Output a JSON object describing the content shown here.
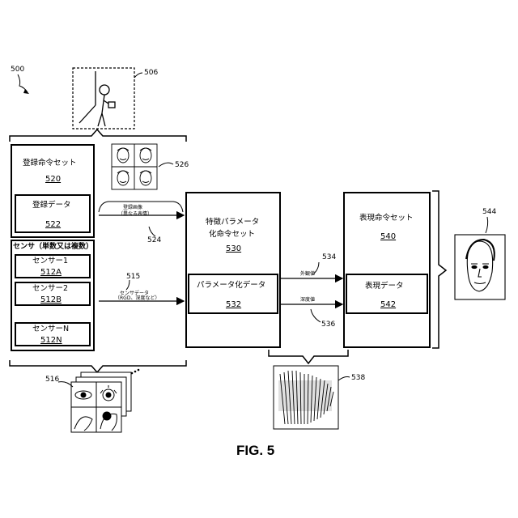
{
  "figure_label": "FIG. 5",
  "refs": {
    "r500": "500",
    "r506": "506",
    "r526": "526",
    "r524": "524",
    "r515": "515",
    "r516": "516",
    "r534": "534",
    "r536": "536",
    "r538": "538",
    "r544": "544"
  },
  "enroll": {
    "title": "登録命令セット",
    "num": "520",
    "data_label": "登録データ",
    "data_num": "522"
  },
  "sensors": {
    "title": "センサ（単数又は複数）",
    "items": [
      {
        "label": "センサー1",
        "num": "512A"
      },
      {
        "label": "センサー2",
        "num": "512B"
      },
      {
        "label": "センサーN",
        "num": "512N"
      }
    ]
  },
  "param": {
    "title_line1": "特徴パラメータ",
    "title_line2": "化命令セット",
    "num": "530",
    "data_label": "パラメータ化データ",
    "data_num": "532"
  },
  "expr": {
    "title": "表現命令セット",
    "num": "540",
    "data_label": "表現データ",
    "data_num": "542"
  },
  "arrows": {
    "enroll_line1": "登録画像",
    "enroll_line2": "（異なる表情）",
    "sensor_line1": "センサデータ",
    "sensor_line2": "（RGD、深度など）",
    "shape_label": "外観値",
    "depth_label": "深度値"
  }
}
